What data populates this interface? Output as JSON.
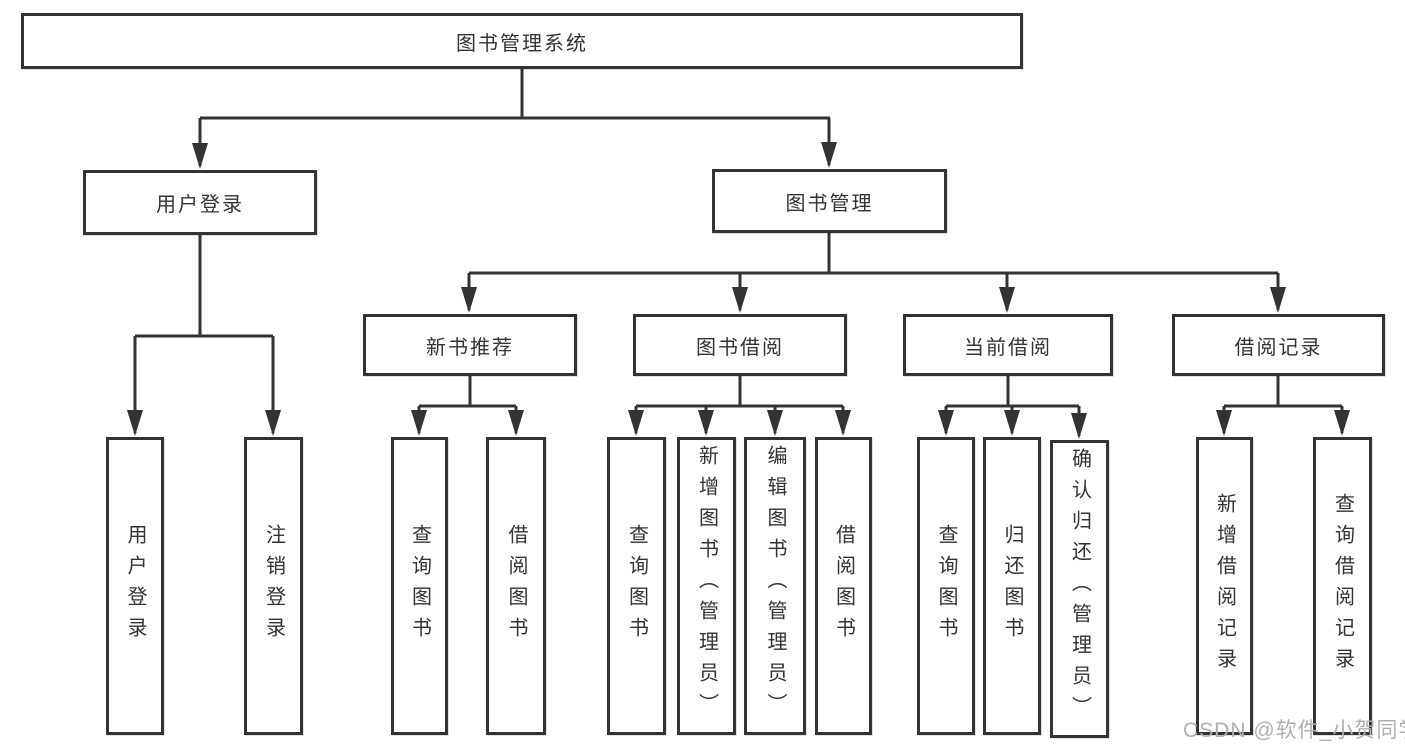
{
  "diagram": {
    "root": "图书管理系统",
    "branches": [
      {
        "label": "用户登录",
        "children": [
          "用户登录",
          "注销登录"
        ]
      },
      {
        "label": "图书管理",
        "children": [
          {
            "label": "新书推荐",
            "children": [
              "查询图书",
              "借阅图书"
            ]
          },
          {
            "label": "图书借阅",
            "children": [
              "查询图书",
              "新增图书（管理员）",
              "编辑图书（管理员）",
              "借阅图书"
            ]
          },
          {
            "label": "当前借阅",
            "children": [
              "查询图书",
              "归还图书",
              "确认归还（管理员）"
            ]
          },
          {
            "label": "借阅记录",
            "children": [
              "新增借阅记录",
              "查询借阅记录"
            ]
          }
        ]
      }
    ]
  },
  "watermark": {
    "text": "CSDN @软件_小贺同学"
  },
  "colors": {
    "line": "#333333",
    "text": "#333333",
    "background": "#ffffff",
    "watermark": "#b0b0b0"
  }
}
